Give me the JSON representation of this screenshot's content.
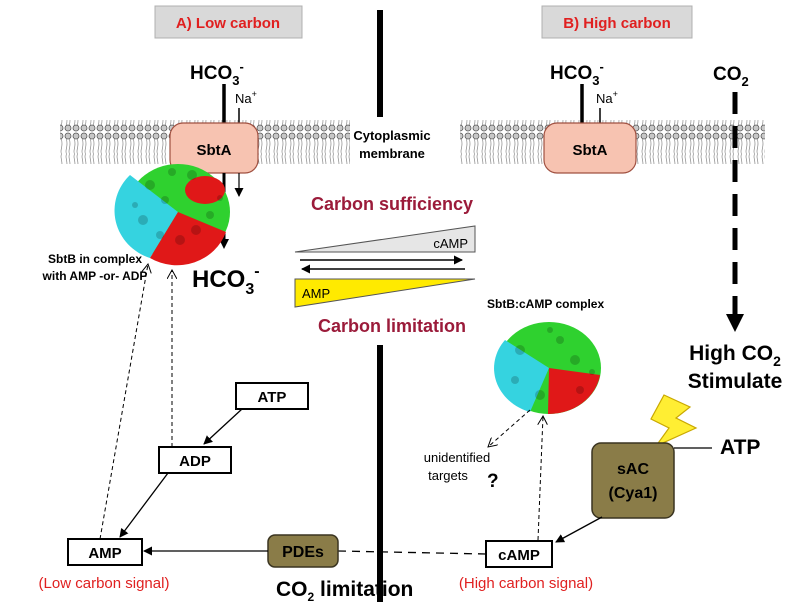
{
  "panels": {
    "low": "A) Low carbon",
    "high": "B) High carbon"
  },
  "molecules": {
    "hco3_left_top": "HCO",
    "hco3_right_top": "HCO",
    "hco3_sub": "3",
    "hco3_sup": "-",
    "hco3_bottom": "HCO",
    "na": "Na",
    "na_sup": "+",
    "co2_top": "CO",
    "co2_sub": "2"
  },
  "transporter": "SbtA",
  "membrane_label": [
    "Cytoplasmic",
    "membrane"
  ],
  "sbtb_complex_label": [
    "SbtB in complex",
    "with AMP -or- ADP"
  ],
  "carbon_sufficiency": "Carbon sufficiency",
  "carbon_limitation": "Carbon limitation",
  "wedge_top": "cAMP",
  "wedge_bottom": "AMP",
  "sbtb_camp_label": "SbtB:cAMP complex",
  "high_co2": [
    "High CO",
    "2",
    "Stimulate"
  ],
  "unidentified": [
    "unidentified",
    "targets"
  ],
  "question_mark": "?",
  "nodes": {
    "atp_left": "ATP",
    "adp": "ADP",
    "amp": "AMP",
    "pdes": "PDEs",
    "camp": "cAMP",
    "sac": [
      "sAC",
      "(Cya1)"
    ],
    "atp_right": "ATP"
  },
  "notes": {
    "low_signal": "(Low carbon signal)",
    "high_signal": "(High carbon signal)",
    "co2_limitation": [
      "CO",
      "2",
      " limitation"
    ]
  },
  "colors": {
    "sbta_fill": "#f7c3b1",
    "brown_box": "#8a7c48",
    "title_red": "#e02020",
    "maroon": "#9b1b3a",
    "wedge_grey": "#e6e6e6",
    "wedge_yellow": "#ffea00",
    "lightning": "#ffee33",
    "protein_green": "#2fd12f",
    "protein_red": "#e01818",
    "protein_cyan": "#35d3e0"
  },
  "icons": [
    "lipid-bilayer-membrane",
    "protein-surface-sbtb",
    "lightning-bolt-icon"
  ]
}
